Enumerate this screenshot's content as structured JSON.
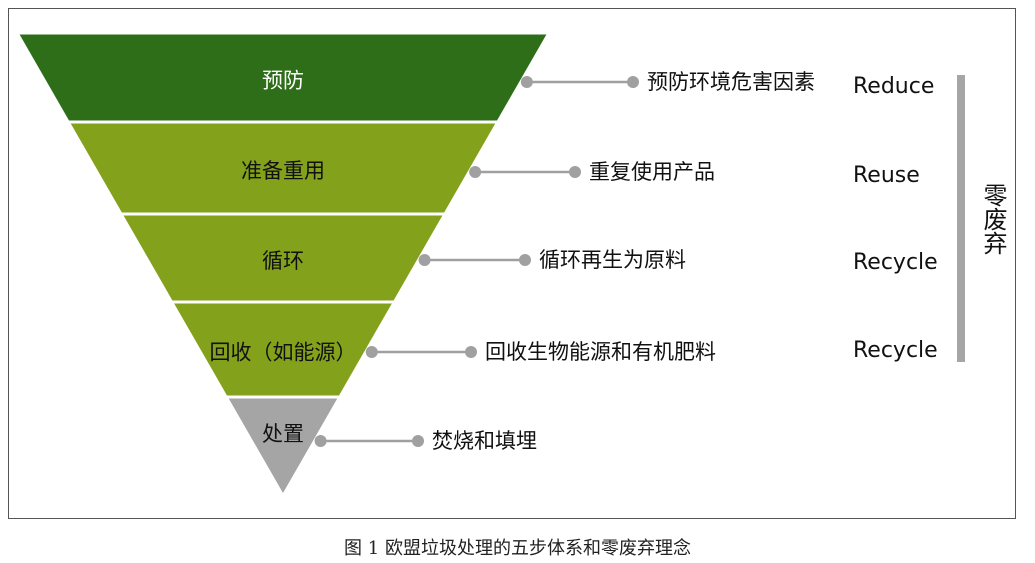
{
  "layers": [
    {
      "label": "预防",
      "description": "预防环境危害因素",
      "english": "Reduce",
      "fill": "#2e6e18",
      "label_color": "#ffffff"
    },
    {
      "label": "准备重用",
      "description": "重复使用产品",
      "english": "Reuse",
      "fill": "#84a11c",
      "label_color": "#111111"
    },
    {
      "label": "循环",
      "description": "循环再生为原料",
      "english": "Recycle",
      "fill": "#84a11c",
      "label_color": "#111111"
    },
    {
      "label": "回收（如能源）",
      "description": "回收生物能源和有机肥料",
      "english": "Recycle",
      "fill": "#84a11c",
      "label_color": "#111111"
    },
    {
      "label": "处置",
      "description": "焚烧和填埋",
      "english": "",
      "fill": "#a5a5a5",
      "label_color": "#111111"
    }
  ],
  "bracket_label": "零废弃",
  "caption": "图 1 欧盟垃圾处理的五步体系和零废弃理念",
  "colors": {
    "connector": "#a0a0a0",
    "bracket": "#a6a6a6",
    "separator": "#ffffff"
  }
}
